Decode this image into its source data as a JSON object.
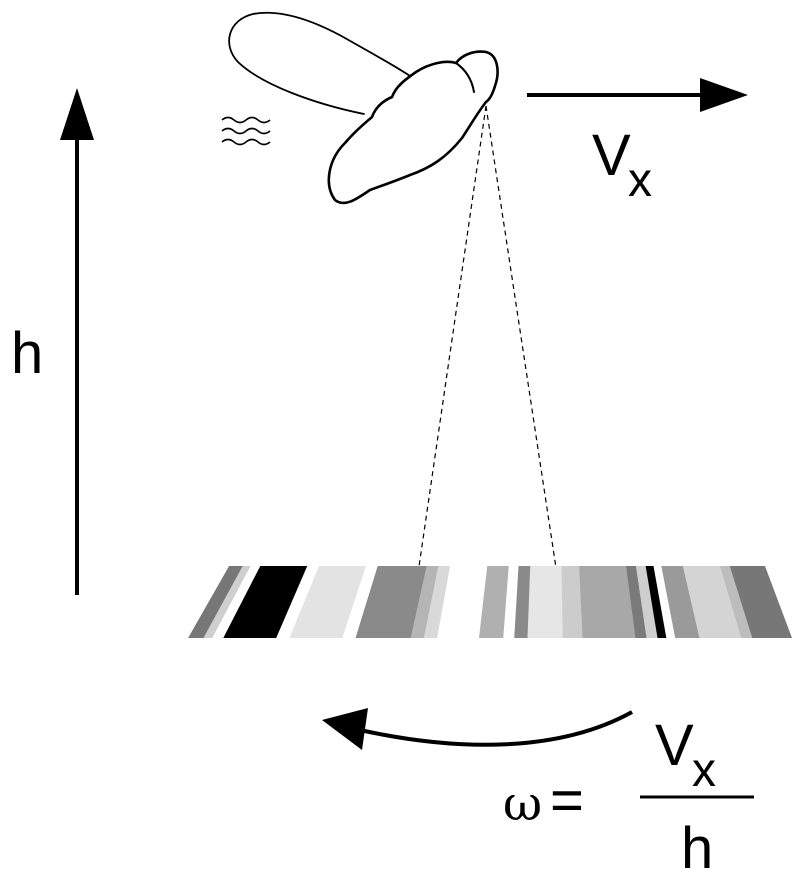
{
  "labels": {
    "height": "h",
    "velocity_main": "V",
    "velocity_sub": "x",
    "omega_symbol": "ω",
    "equals": "=",
    "numerator_main": "V",
    "numerator_sub": "x",
    "denominator": "h"
  },
  "ground_stripes": [
    {
      "w": 14,
      "color": "#777777"
    },
    {
      "w": 8,
      "color": "#cfcfcf"
    },
    {
      "w": 10,
      "color": "#ffffff"
    },
    {
      "w": 48,
      "color": "#000000"
    },
    {
      "w": 12,
      "color": "#ffffff"
    },
    {
      "w": 48,
      "color": "#e3e3e3"
    },
    {
      "w": 12,
      "color": "#ffffff"
    },
    {
      "w": 50,
      "color": "#8a8a8a"
    },
    {
      "w": 12,
      "color": "#b5b5b5"
    },
    {
      "w": 12,
      "color": "#d9d9d9"
    },
    {
      "w": 38,
      "color": "#ffffff"
    },
    {
      "w": 22,
      "color": "#b0b0b0"
    },
    {
      "w": 10,
      "color": "#ffffff"
    },
    {
      "w": 12,
      "color": "#8a8a8a"
    },
    {
      "w": 32,
      "color": "#e6e6e6"
    },
    {
      "w": 18,
      "color": "#cccccc"
    },
    {
      "w": 48,
      "color": "#a8a8a8"
    },
    {
      "w": 10,
      "color": "#7a7a7a"
    },
    {
      "w": 10,
      "color": "#cfcfcf"
    },
    {
      "w": 8,
      "color": "#000000"
    },
    {
      "w": 8,
      "color": "#ffffff"
    },
    {
      "w": 22,
      "color": "#9a9a9a"
    },
    {
      "w": 38,
      "color": "#d4d4d4"
    },
    {
      "w": 10,
      "color": "#bdbdbd"
    },
    {
      "w": 36,
      "color": "#777777"
    }
  ]
}
